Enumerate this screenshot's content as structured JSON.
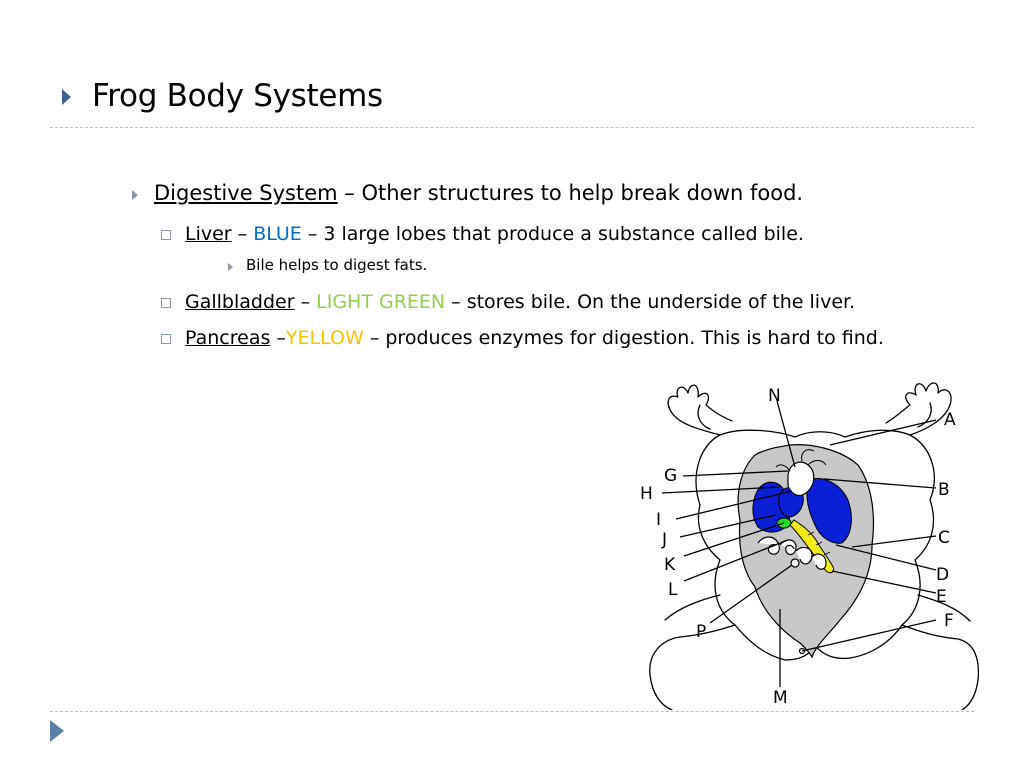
{
  "slide": {
    "title": "Frog Body Systems"
  },
  "digestive": {
    "heading": "Digestive System",
    "dash": " – ",
    "description": "Other structures to help break down food."
  },
  "liver": {
    "name": "Liver",
    "dash1": " – ",
    "color": "BLUE",
    "rest": " – 3 large lobes that produce a substance called bile.",
    "sub": "Bile helps to digest fats."
  },
  "gallbladder": {
    "name": "Gallbladder",
    "dash1": " – ",
    "color": "LIGHT GREEN",
    "rest": " – stores bile. On the underside of the liver."
  },
  "pancreas": {
    "name": "Pancreas",
    "dash1": " –",
    "color": "YELLOW",
    "rest": " – produces enzymes for digestion.  This is hard to find."
  },
  "diagram": {
    "labels": [
      "N",
      "A",
      "G",
      "B",
      "H",
      "I",
      "J",
      "C",
      "K",
      "D",
      "L",
      "E",
      "F",
      "P",
      "M"
    ]
  },
  "colors": {
    "liver": "#0a1fd6",
    "gallbladder": "#22dd22",
    "pancreas": "#f2ea1a",
    "bullet": "#3b5f8f",
    "separator": "#b9c2cc"
  },
  "icons": {
    "title_bullet": "triangle-right-icon",
    "footer": "triangle-right-icon",
    "sub_bullet": "square-outline-icon"
  }
}
